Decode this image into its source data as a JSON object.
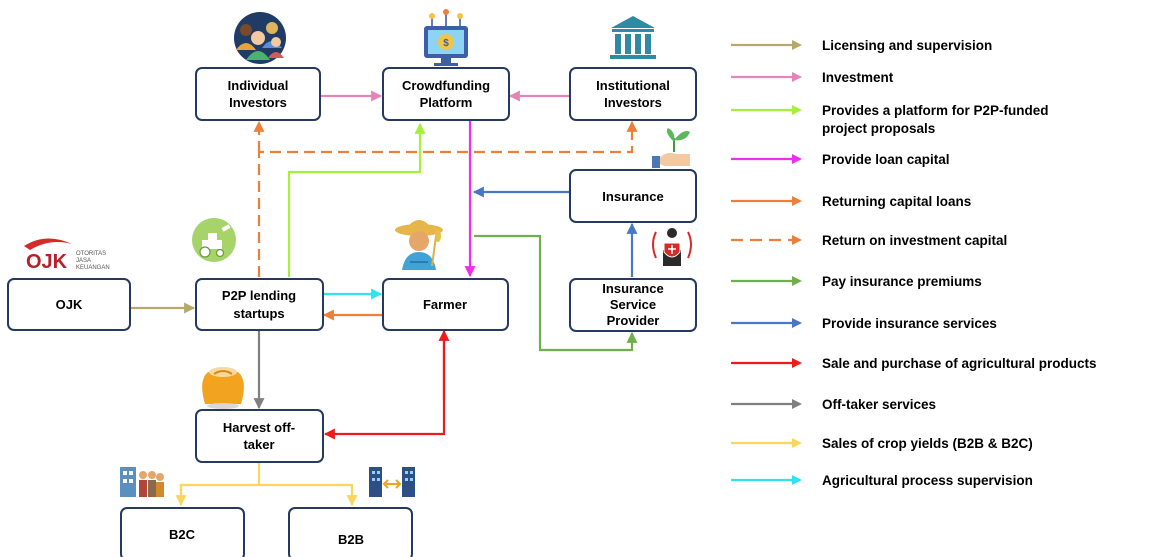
{
  "nodes": {
    "individual_investors": [
      "Individual",
      "Investors"
    ],
    "crowdfunding_platform": [
      "Crowdfunding",
      "Platform"
    ],
    "institutional_investors": [
      "Institutional",
      "Investors"
    ],
    "insurance": [
      "Insurance"
    ],
    "ojk": [
      "OJK"
    ],
    "p2p_lending_startups": [
      "P2P lending",
      "startups"
    ],
    "farmer": [
      "Farmer"
    ],
    "insurance_service_provider": [
      "Insurance",
      "Service",
      "Provider"
    ],
    "harvest_off_taker": [
      "Harvest off-",
      "taker"
    ],
    "b2c": [
      "B2C"
    ],
    "b2b": [
      "B2B"
    ]
  },
  "ojk_logo": {
    "mark": "OJK",
    "lines": [
      "OTORITAS",
      "JASA",
      "KEUANGAN"
    ]
  },
  "icons": [
    "investors-group-icon",
    "platform-monitor-icon",
    "bank-building-icon",
    "plant-hand-icon",
    "tractor-drone-icon",
    "farmer-icon",
    "insurance-agent-icon",
    "harvest-sack-icon",
    "b2c-people-icon",
    "b2b-buildings-icon"
  ],
  "legend": [
    {
      "label": [
        "Licensing and supervision"
      ],
      "color": "#b5a86a",
      "dashed": false
    },
    {
      "label": [
        "Investment"
      ],
      "color": "#e484b8",
      "dashed": false
    },
    {
      "label": [
        "Provides a platform for P2P-funded",
        "project proposals"
      ],
      "color": "#a6f03c",
      "dashed": false
    },
    {
      "label": [
        "Provide loan capital"
      ],
      "color": "#ef2cef",
      "dashed": false
    },
    {
      "label": [
        "Returning capital loans"
      ],
      "color": "#ec7f3a",
      "dashed": false
    },
    {
      "label": [
        "Return on investment capital"
      ],
      "color": "#ec7f3a",
      "dashed": true
    },
    {
      "label": [
        "Pay insurance premiums"
      ],
      "color": "#6fb04a",
      "dashed": false
    },
    {
      "label": [
        "Provide insurance services"
      ],
      "color": "#4877c6",
      "dashed": false
    },
    {
      "label": [
        "Sale and purchase of agricultural products"
      ],
      "color": "#ea1c1c",
      "dashed": false
    },
    {
      "label": [
        "Off-taker services"
      ],
      "color": "#808080",
      "dashed": false
    },
    {
      "label": [
        "Sales of crop yields (B2B & B2C)"
      ],
      "color": "#fbd55c",
      "dashed": false
    },
    {
      "label": [
        "Agricultural process supervision"
      ],
      "color": "#2fe3f0",
      "dashed": false
    }
  ]
}
